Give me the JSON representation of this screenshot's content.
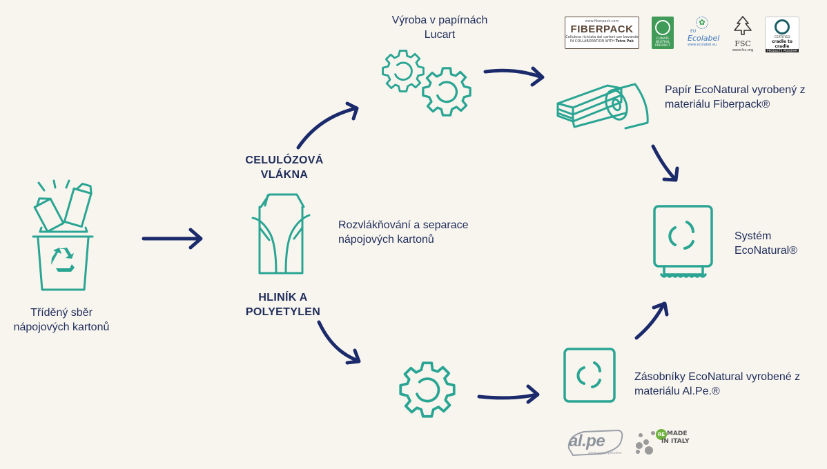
{
  "labels": {
    "sorted_collection": "Tříděný sběr nápojových kartonů",
    "cellulose_fibers": "CELULÓZOVÁ VLÁKNA",
    "pulping": "Rozvlákňování a separace nápojových kartonů",
    "aluminium_polyethylene": "HLINÍK A POLYETYLEN",
    "paper_mill": "Výroba v papírnách Lucart",
    "econatural_paper": "Papír EcoNatural vyrobený z materiálu Fiberpack®",
    "econatural_system": "Systém EcoNatural®",
    "dispensers": "Zásobníky EcoNatural vyrobené z materiálu Al.Pe.®"
  },
  "logos": {
    "fiberpack": {
      "url_text": "www.fiberpack.com",
      "name": "FIBERPACK",
      "tagline": "Cellulosa riciclata dai cartoni per bevande",
      "collab": "IN COLLABORATION WITH",
      "partner": "Tetra Pak"
    },
    "climate_neutral": "CLIMATE NEUTRAL PRODUCT",
    "ecolabel": {
      "eu": "EU",
      "name": "Ecolabel",
      "url": "www.ecolabel.eu"
    },
    "fsc": {
      "name": "FSC",
      "url": "www.fsc.org"
    },
    "c2c": {
      "certified": "CERTIFIED",
      "name": "cradle to cradle",
      "program": "PRODUCTS PROGRAM"
    },
    "alpe": {
      "name": "al.pe",
      "sub": "aluminium polyethylene"
    },
    "remade": {
      "re": "RE",
      "line1": "MADE",
      "line2": "IN ITALY"
    }
  },
  "colors": {
    "background": "#f8f5ef",
    "arrow": "#1b2a6b",
    "icon": "#2aa593",
    "text": "#1e2c59"
  }
}
